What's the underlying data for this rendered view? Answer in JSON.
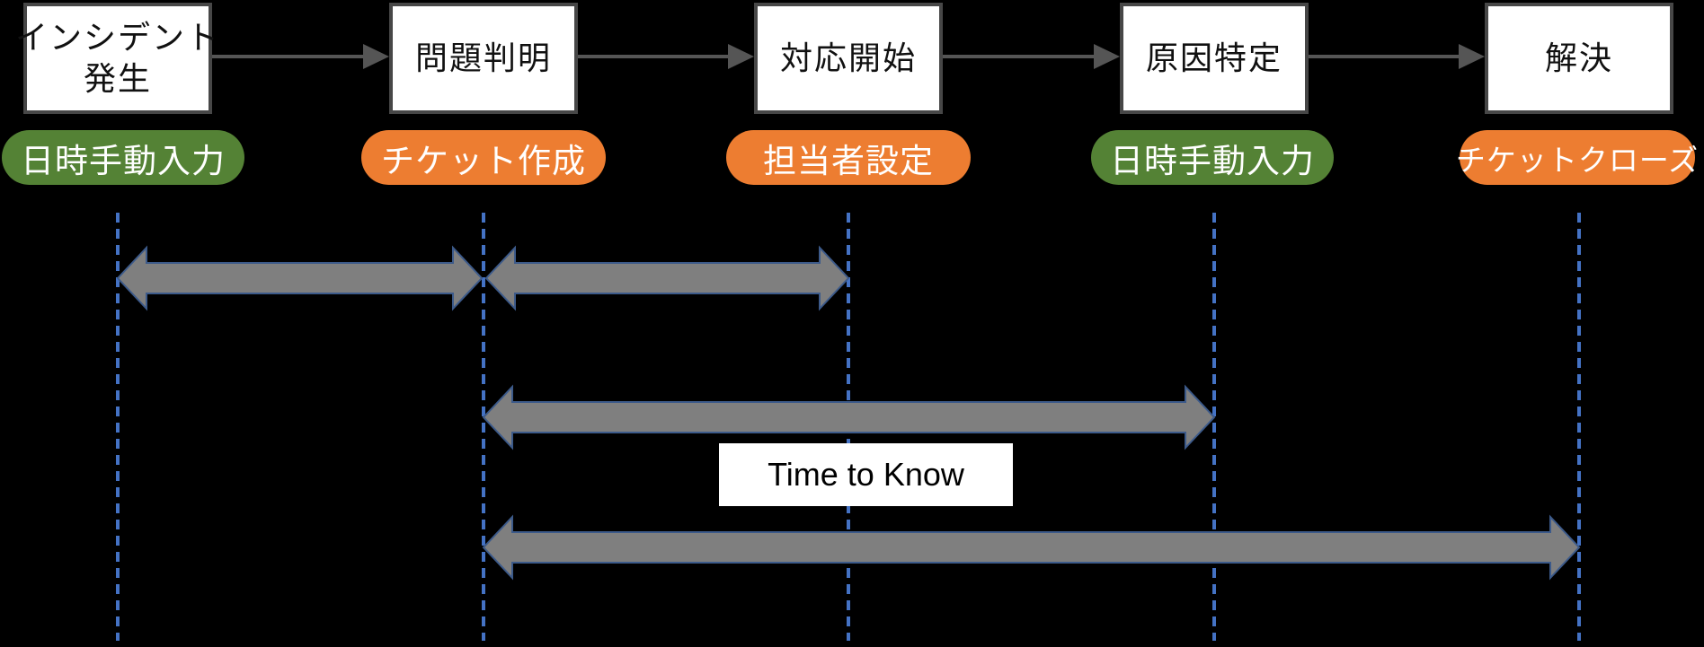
{
  "stages": [
    {
      "title_lines": [
        "インシデント",
        "発生"
      ],
      "badge": {
        "label": "日時手動入力",
        "style": "green"
      }
    },
    {
      "title_lines": [
        "問題判明"
      ],
      "badge": {
        "label": "チケット作成",
        "style": "orange"
      }
    },
    {
      "title_lines": [
        "対応開始"
      ],
      "badge": {
        "label": "担当者設定",
        "style": "orange"
      }
    },
    {
      "title_lines": [
        "原因特定"
      ],
      "badge": {
        "label": "日時手動入力",
        "style": "green"
      }
    },
    {
      "title_lines": [
        "解決"
      ],
      "badge": {
        "label": "チケットクローズ",
        "style": "orange"
      }
    }
  ],
  "annotations": {
    "time_to_know": "Time to Know"
  },
  "colors": {
    "background": "#000000",
    "box_fill": "#FFFFFF",
    "box_border": "#474747",
    "box_text": "#111111",
    "connector_arrow": "#555555",
    "badge_green": "#548235",
    "badge_orange": "#ED7D31",
    "badge_text": "#FFFFFF",
    "dashed_line_blue": "#4472C4",
    "span_arrow_fill": "#7F7F7F",
    "span_arrow_outline": "#3C5A8A",
    "label_fill": "#FFFFFF",
    "label_text": "#000000"
  }
}
